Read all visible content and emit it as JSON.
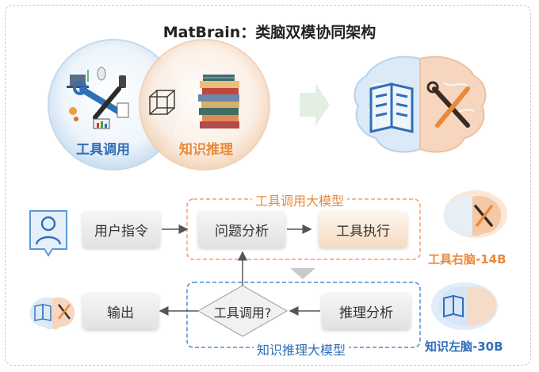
{
  "title": "MatBrain：类脑双模协同架构",
  "venn": {
    "tool_label": "工具调用",
    "knowledge_label": "知识推理"
  },
  "flow": {
    "user_instruction": "用户指令",
    "problem_analysis": "问题分析",
    "tool_execution": "工具执行",
    "tool_call_question": "工具调用?",
    "reasoning_analysis": "推理分析",
    "output": "输出",
    "tool_model_label": "工具调用大模型",
    "knowledge_model_label": "知识推理大模型"
  },
  "brains": {
    "right_brain_label": "工具右脑-14B",
    "left_brain_label": "知识左脑-30B"
  },
  "colors": {
    "tool_blue": "#2f6fb8",
    "knowledge_orange": "#e98a3a",
    "dashed_orange": "#f0a070",
    "dashed_blue": "#4a8fd0"
  }
}
